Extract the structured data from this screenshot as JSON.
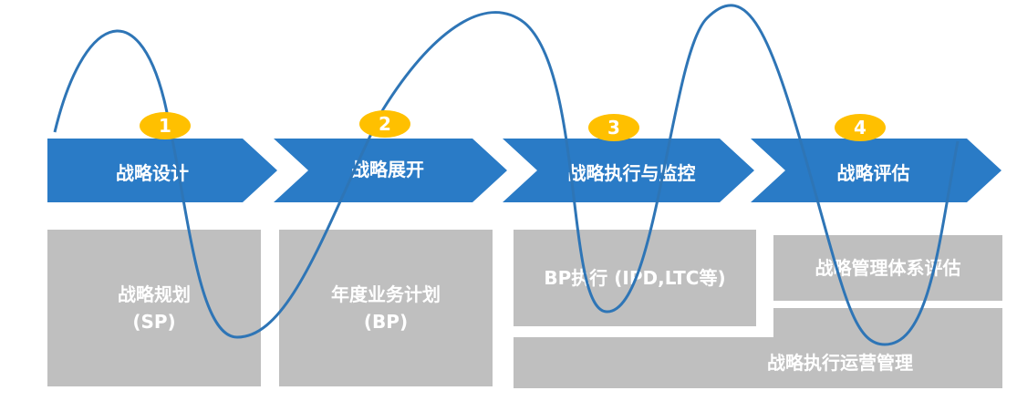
{
  "stages": [
    {
      "number": "1",
      "label": "战略设计"
    },
    {
      "number": "2",
      "label": "战略展开"
    },
    {
      "number": "3",
      "label": "战略执行与监控"
    },
    {
      "number": "4",
      "label": "战略评估"
    }
  ],
  "boxes": {
    "sp": {
      "line1": "战略规划",
      "line2": "(SP)"
    },
    "bp": {
      "line1": "年度业务计划",
      "line2": "(BP)"
    },
    "bp_exec": {
      "text": "BP执行 (IPD,LTC等)"
    },
    "eval_system": {
      "text": "战略管理体系评估"
    },
    "ops": {
      "text": "战略执行运营管理"
    }
  },
  "colors": {
    "chevron": "#2a7bc6",
    "wave": "#2e75b6",
    "badge": "#ffc000",
    "box": "#bfbfbf"
  }
}
